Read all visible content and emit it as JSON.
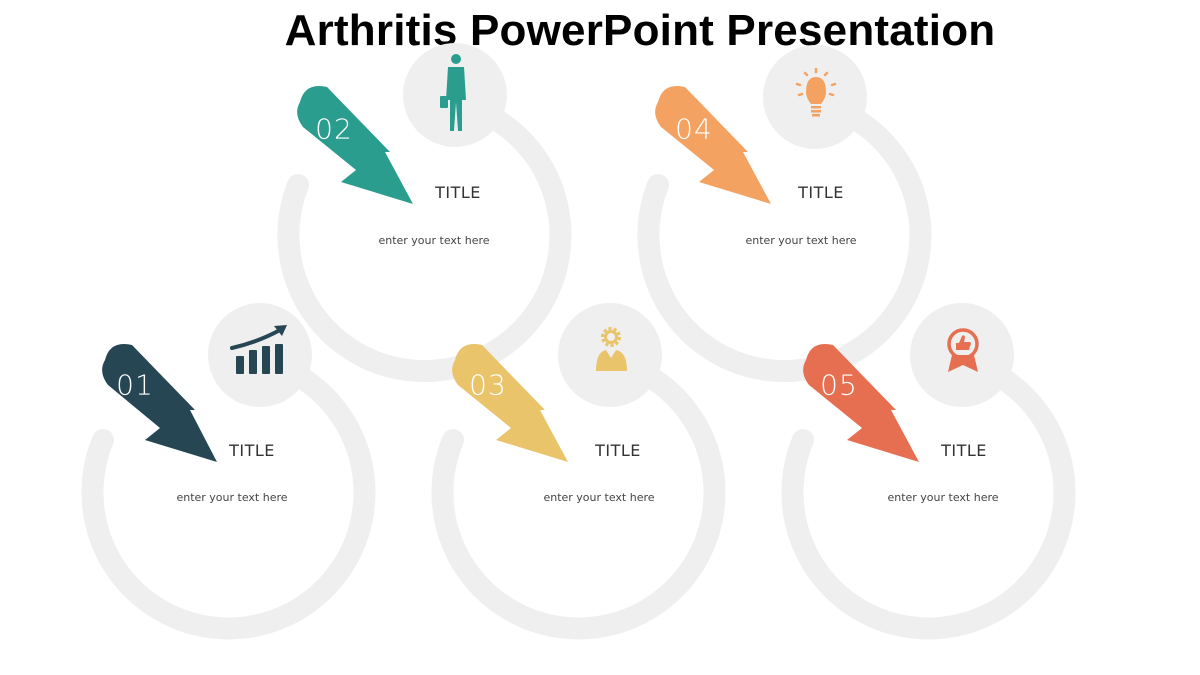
{
  "slide": {
    "title": "Arthritis PowerPoint Presentation"
  },
  "colors": {
    "ring": "#efefef",
    "step1": "#264653",
    "step2": "#2a9d8f",
    "step3": "#e9c46a",
    "step4": "#f4a261",
    "step5": "#e76f51"
  },
  "steps": [
    {
      "number": "01",
      "title": "TITLE",
      "text": "enter your text here",
      "icon": "growth-chart-icon",
      "color": "#264653"
    },
    {
      "number": "02",
      "title": "TITLE",
      "text": "enter your text here",
      "icon": "businessman-icon",
      "color": "#2a9d8f"
    },
    {
      "number": "03",
      "title": "TITLE",
      "text": "enter your text here",
      "icon": "gear-person-icon",
      "color": "#e9c46a"
    },
    {
      "number": "04",
      "title": "TITLE",
      "text": "enter your text here",
      "icon": "lightbulb-icon",
      "color": "#f4a261"
    },
    {
      "number": "05",
      "title": "TITLE",
      "text": "enter your text here",
      "icon": "award-badge-icon",
      "color": "#e76f51"
    }
  ]
}
